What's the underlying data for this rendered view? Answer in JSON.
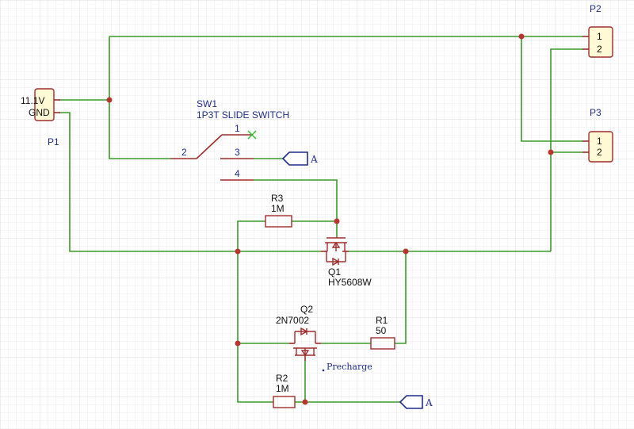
{
  "connectors": {
    "p1": {
      "ref": "P1",
      "pins": [
        "11.1V",
        "GND"
      ]
    },
    "p2": {
      "ref": "P2",
      "pins": [
        "1",
        "2"
      ]
    },
    "p3": {
      "ref": "P3",
      "pins": [
        "1",
        "2"
      ]
    }
  },
  "switch": {
    "ref": "SW1",
    "value": "1P3T SLIDE SWITCH",
    "pins": [
      "1",
      "2",
      "3",
      "4"
    ]
  },
  "resistors": {
    "r1": {
      "ref": "R1",
      "value": "50"
    },
    "r2": {
      "ref": "R2",
      "value": "1M"
    },
    "r3": {
      "ref": "R3",
      "value": "1M"
    }
  },
  "transistors": {
    "q1": {
      "ref": "Q1",
      "value": "HY5608W"
    },
    "q2": {
      "ref": "Q2",
      "value": "2N7002"
    }
  },
  "net_flags": {
    "sw_flag": "A",
    "bottom_flag": "A"
  },
  "net_labels": {
    "precharge": "Precharge"
  },
  "colors": {
    "wire": "#3a9a2a",
    "component": "#a02b2b",
    "junction": "#b8352f",
    "label": "#1f2d8a",
    "grid": "#e4e4e4"
  }
}
